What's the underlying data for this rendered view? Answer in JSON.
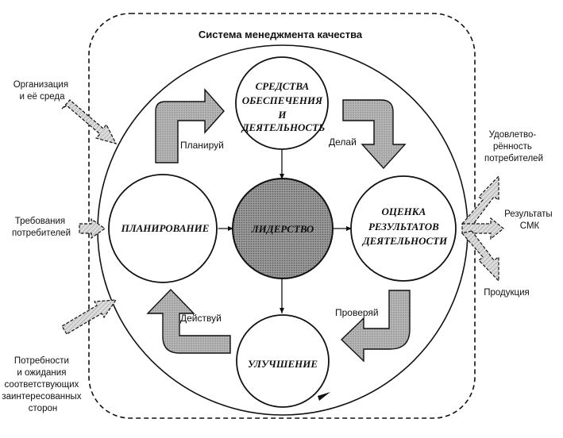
{
  "title": "Система менеджмента качества",
  "nodes": {
    "center": [
      "ЛИДЕРСТВО"
    ],
    "top": [
      "СРЕДСТВА",
      "ОБЕСПЕЧЕНИЯ",
      "И",
      "ДЕЯТЕЛЬНОСТЬ"
    ],
    "left": [
      "ПЛАНИРОВАНИЕ"
    ],
    "right": [
      "ОЦЕНКА",
      "РЕЗУЛЬТАТОВ",
      "ДЕЯТЕЛЬНОСТИ"
    ],
    "bottom": [
      "УЛУЧШЕНИЕ"
    ]
  },
  "cycle": {
    "plan": "Планируй",
    "do": "Делай",
    "check": "Проверяй",
    "act": "Действуй"
  },
  "inputs": {
    "organization": [
      "Организация",
      "и её среда"
    ],
    "requirements": [
      "Требования",
      "потребителей"
    ],
    "stakeholders": [
      "Потребности",
      "и ожидания",
      "соответствующих",
      "заинтересованных",
      "сторон"
    ]
  },
  "outputs": {
    "satisfaction": [
      "Удовлетво-",
      "рённость",
      "потребителей"
    ],
    "results": [
      "Результаты",
      "СМК"
    ],
    "products": [
      "Продукция"
    ]
  },
  "colors": {
    "ink": "#111111",
    "center_fill": "#8d8d8d",
    "cycle_arrow_fill": "#b3b3b3",
    "dashed_arrow_fill": "#d4d4d4"
  }
}
